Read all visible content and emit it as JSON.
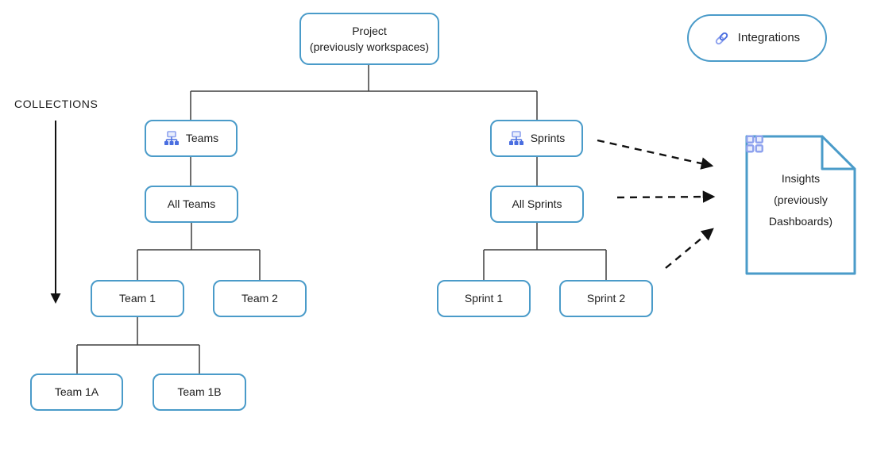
{
  "diagram": {
    "collections_label": "COLLECTIONS",
    "nodes": {
      "project": {
        "line1": "Project",
        "line2": "(previously workspaces)"
      },
      "integrations": {
        "label": "Integrations",
        "icon": "link-icon"
      },
      "teams": {
        "label": "Teams",
        "icon": "org-chart-icon"
      },
      "sprints": {
        "label": "Sprints",
        "icon": "org-chart-icon"
      },
      "all_teams": {
        "label": "All Teams"
      },
      "all_sprints": {
        "label": "All Sprints"
      },
      "team1": {
        "label": "Team 1"
      },
      "team2": {
        "label": "Team 2"
      },
      "team1a": {
        "label": "Team 1A"
      },
      "team1b": {
        "label": "Team 1B"
      },
      "sprint1": {
        "label": "Sprint 1"
      },
      "sprint2": {
        "label": "Sprint 2"
      },
      "insights": {
        "line1": "Insights",
        "line2": "(previously",
        "line3": "Dashboards)",
        "icon": "grid-icon"
      }
    },
    "colors": {
      "box_border": "#4a9bc9",
      "icon_blue": "#4a6ee0",
      "icon_blue_light": "#8ea2ee",
      "icon_fill_light": "#e9eefc",
      "connector": "#3f3f3f",
      "arrow": "#111111",
      "text": "#1c1c1c",
      "background": "#ffffff"
    }
  }
}
